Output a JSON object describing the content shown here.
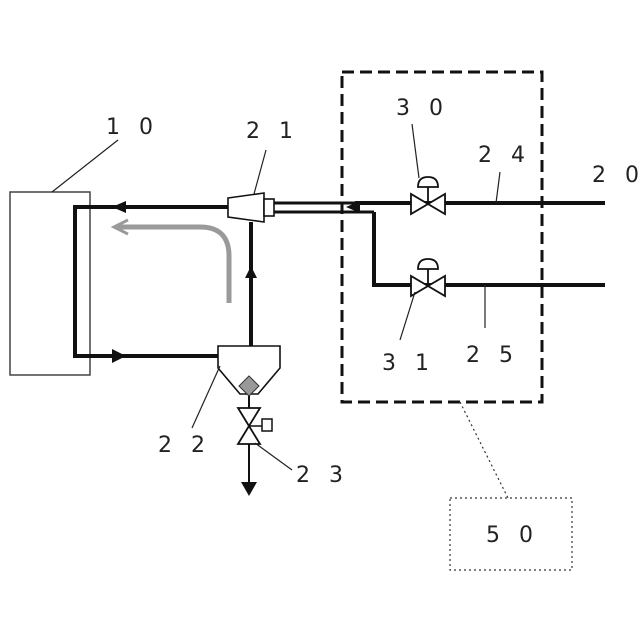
{
  "labels": {
    "l10": "1 0",
    "l20": "2 0",
    "l21": "2 1",
    "l22": "2 2",
    "l23": "2 3",
    "l24": "2 4",
    "l25": "2 5",
    "l30": "3 0",
    "l31": "3 1",
    "l50": "5 0"
  },
  "colors": {
    "line": "#111111",
    "flow_arrow": "#9a9a9a",
    "outline": "#555555"
  },
  "icons": {
    "valve_30": "globe-valve-icon",
    "valve_31": "globe-valve-icon",
    "valve_23": "drain-valve-icon",
    "ejector_21": "ejector-icon",
    "separator_22": "separator-tank-icon"
  }
}
